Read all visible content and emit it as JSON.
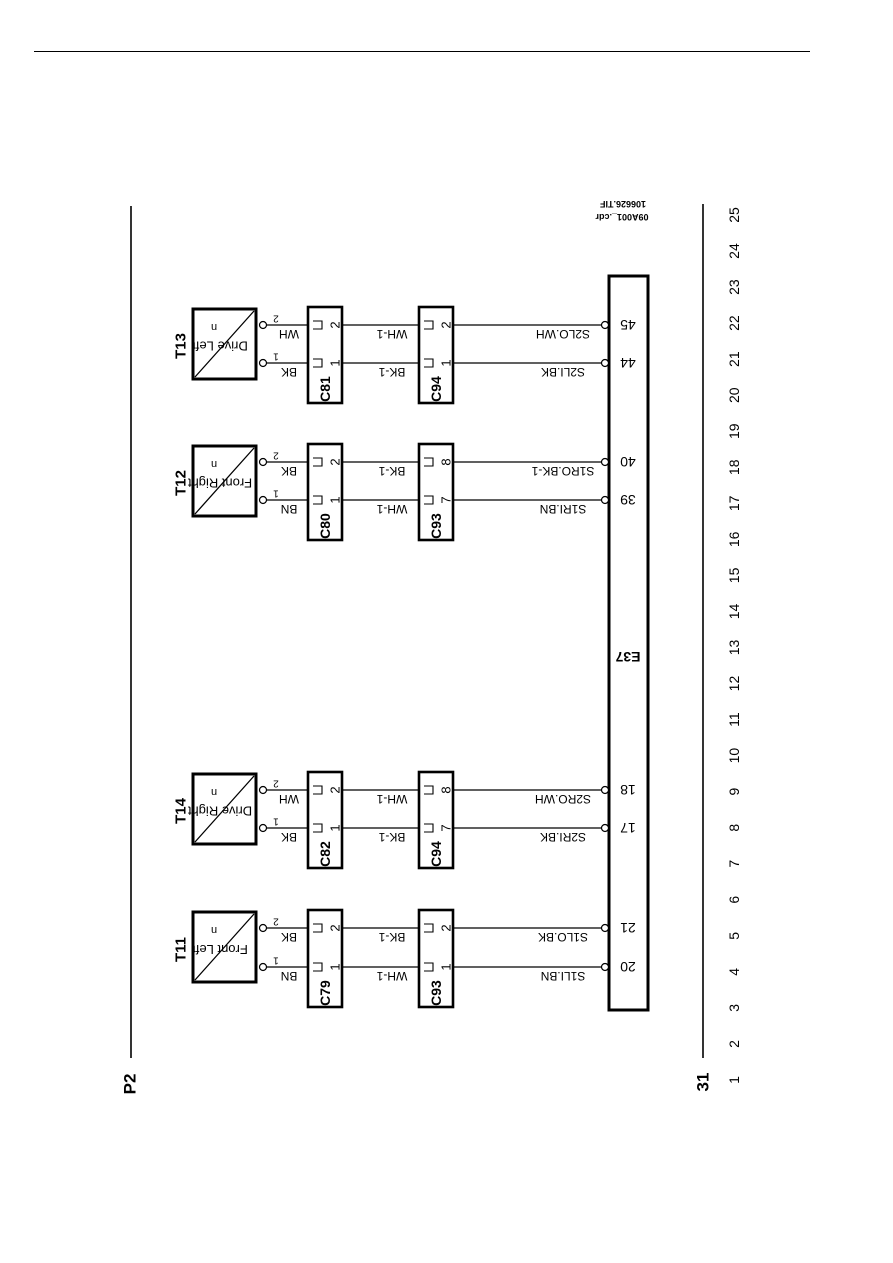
{
  "header": {
    "rule": true
  },
  "schematic": {
    "sheet_label": "P2",
    "ground_label": "31",
    "file_names": [
      "106626.TIF",
      "09A001_.cdr"
    ],
    "grid_numbers": [
      "1",
      "2",
      "3",
      "4",
      "5",
      "6",
      "7",
      "8",
      "9",
      "10",
      "11",
      "12",
      "13",
      "14",
      "15",
      "16",
      "17",
      "18",
      "19",
      "20",
      "21",
      "22",
      "23",
      "24",
      "25"
    ],
    "module": {
      "id": "E37"
    },
    "sensors": [
      {
        "id": "T11",
        "name": "Front Left",
        "symbol": "n",
        "connectors": [
          {
            "id": "C79",
            "pins": [
              "1",
              "2"
            ],
            "wire_colors": [
              "BN",
              "BK"
            ]
          },
          {
            "id": "C93",
            "pins": [
              "1",
              "2"
            ],
            "wire_colors": [
              "WH-1",
              "BK-1"
            ]
          }
        ],
        "signals": [
          "S1LI.BN",
          "S1LO.BK"
        ],
        "module_pins": [
          "20",
          "21"
        ]
      },
      {
        "id": "T14",
        "name": "Drive Right",
        "symbol": "n",
        "connectors": [
          {
            "id": "C82",
            "pins": [
              "1",
              "2"
            ],
            "wire_colors": [
              "BK",
              "WH"
            ]
          },
          {
            "id": "C94",
            "pins": [
              "7",
              "8"
            ],
            "wire_colors": [
              "BK-1",
              "WH-1"
            ]
          }
        ],
        "signals": [
          "S2RI.BK",
          "S2RO.WH"
        ],
        "module_pins": [
          "17",
          "18"
        ]
      },
      {
        "id": "T12",
        "name": "Front Right",
        "symbol": "n",
        "connectors": [
          {
            "id": "C80",
            "pins": [
              "1",
              "2"
            ],
            "wire_colors": [
              "BN",
              "BK"
            ]
          },
          {
            "id": "C93",
            "pins": [
              "7",
              "8"
            ],
            "wire_colors": [
              "WH-1",
              "BK-1"
            ]
          }
        ],
        "signals": [
          "S1RI.BN",
          "S1RO.BK-1"
        ],
        "module_pins": [
          "39",
          "40"
        ]
      },
      {
        "id": "T13",
        "name": "Drive Left",
        "symbol": "n",
        "connectors": [
          {
            "id": "C81",
            "pins": [
              "1",
              "2"
            ],
            "wire_colors": [
              "BK",
              "WH"
            ]
          },
          {
            "id": "C94",
            "pins": [
              "1",
              "2"
            ],
            "wire_colors": [
              "BK-1",
              "WH-1"
            ]
          }
        ],
        "signals": [
          "S2LI.BK",
          "S2LO.WH"
        ],
        "module_pins": [
          "44",
          "45"
        ]
      }
    ]
  }
}
